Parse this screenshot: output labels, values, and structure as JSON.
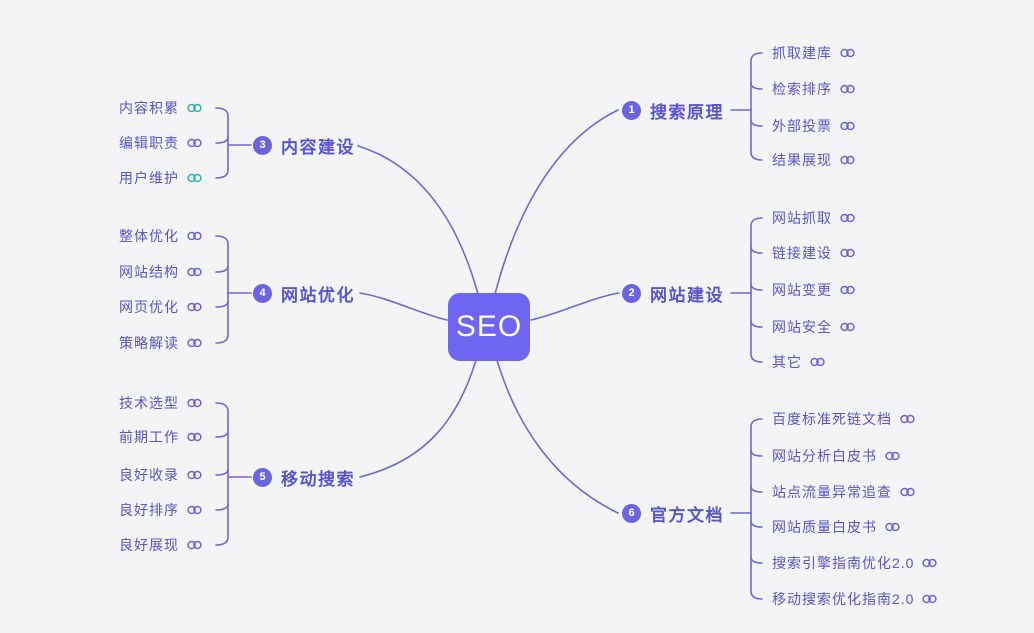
{
  "colors": {
    "bg": "#f4f4f6",
    "line": "#6e68d8",
    "text": "#5a54d0",
    "badge": "#6b64e0",
    "node": "#6e65f2",
    "icon-color": "#6a63dc"
  },
  "center": {
    "label": "SEO"
  },
  "branches": [
    {
      "num": "1",
      "label": "搜索原理",
      "side": "right",
      "children": [
        {
          "label": "抓取建库",
          "icon": "link-icon",
          "icon_color": "#6a63dc"
        },
        {
          "label": "检索排序",
          "icon": "link-icon",
          "icon_color": "#6a63dc"
        },
        {
          "label": "外部投票",
          "icon": "link-icon",
          "icon_color": "#6a63dc"
        },
        {
          "label": "结果展现",
          "icon": "link-icon",
          "icon_color": "#6a63dc"
        }
      ]
    },
    {
      "num": "2",
      "label": "网站建设",
      "side": "right",
      "children": [
        {
          "label": "网站抓取",
          "icon": "link-icon",
          "icon_color": "#6a63dc"
        },
        {
          "label": "链接建设",
          "icon": "link-icon",
          "icon_color": "#6a63dc"
        },
        {
          "label": "网站变更",
          "icon": "link-icon",
          "icon_color": "#6a63dc"
        },
        {
          "label": "网站安全",
          "icon": "link-icon",
          "icon_color": "#6a63dc"
        },
        {
          "label": "其它",
          "icon": "link-icon",
          "icon_color": "#6a63dc"
        }
      ]
    },
    {
      "num": "3",
      "label": "内容建设",
      "side": "left",
      "children": [
        {
          "label": "内容积累",
          "icon": "link-icon",
          "icon_color": "#2eb3a4"
        },
        {
          "label": "编辑职责",
          "icon": "link-icon",
          "icon_color": "#6a63dc"
        },
        {
          "label": "用户维护",
          "icon": "link-icon",
          "icon_color": "#2eb3a4"
        }
      ]
    },
    {
      "num": "4",
      "label": "网站优化",
      "side": "left",
      "children": [
        {
          "label": "整体优化",
          "icon": "link-icon",
          "icon_color": "#6a63dc"
        },
        {
          "label": "网站结构",
          "icon": "link-icon",
          "icon_color": "#6a63dc"
        },
        {
          "label": "网页优化",
          "icon": "link-icon",
          "icon_color": "#6a63dc"
        },
        {
          "label": "策略解读",
          "icon": "link-icon",
          "icon_color": "#6a63dc"
        }
      ]
    },
    {
      "num": "5",
      "label": "移动搜索",
      "side": "left",
      "children": [
        {
          "label": "技术选型",
          "icon": "link-icon",
          "icon_color": "#6a63dc"
        },
        {
          "label": "前期工作",
          "icon": "link-icon",
          "icon_color": "#6a63dc"
        },
        {
          "label": "良好收录",
          "icon": "link-icon",
          "icon_color": "#6a63dc"
        },
        {
          "label": "良好排序",
          "icon": "link-icon",
          "icon_color": "#6a63dc"
        },
        {
          "label": "良好展现",
          "icon": "link-icon",
          "icon_color": "#6a63dc"
        }
      ]
    },
    {
      "num": "6",
      "label": "官方文档",
      "side": "right",
      "children": [
        {
          "label": "百度标准死链文档",
          "icon": "link-icon",
          "icon_color": "#6a63dc"
        },
        {
          "label": "网站分析白皮书",
          "icon": "link-icon",
          "icon_color": "#6a63dc"
        },
        {
          "label": "站点流量异常追查",
          "icon": "link-icon",
          "icon_color": "#6a63dc"
        },
        {
          "label": "网站质量白皮书",
          "icon": "link-icon",
          "icon_color": "#6a63dc"
        },
        {
          "label": "搜索引擎指南优化2.0",
          "icon": "link-icon",
          "icon_color": "#6a63dc"
        },
        {
          "label": "移动搜索优化指南2.0",
          "icon": "link-icon",
          "icon_color": "#6a63dc"
        }
      ]
    }
  ]
}
